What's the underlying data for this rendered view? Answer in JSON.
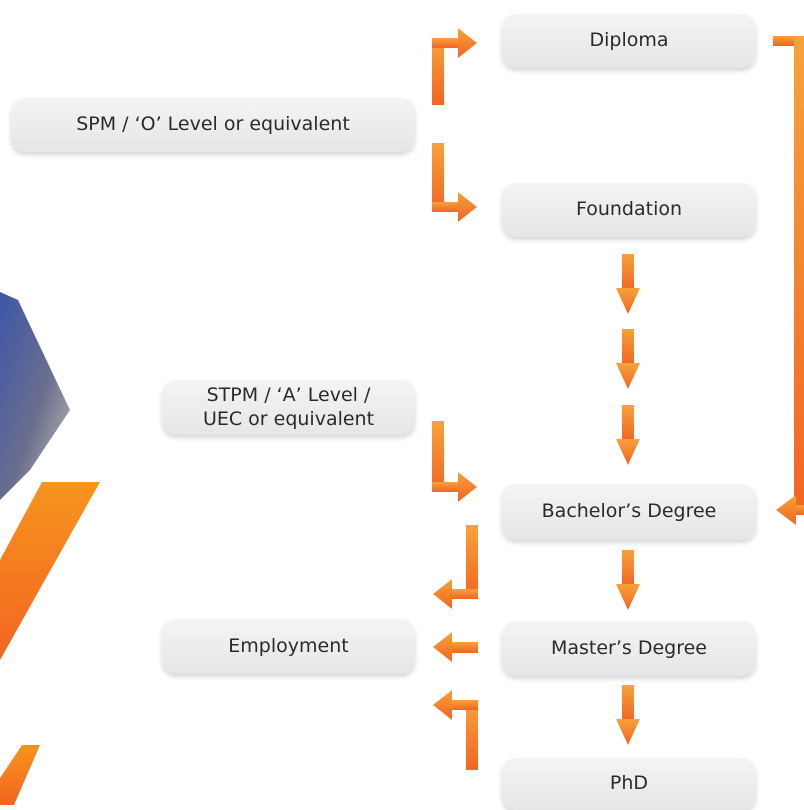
{
  "nodes": {
    "spm": "SPM / ‘O’ Level  or equivalent",
    "diploma": "Diploma",
    "foundation": "Foundation",
    "stpm": "STPM / ‘A’ Level /\nUEC or equivalent",
    "bachelor": "Bachelor’s Degree",
    "employment": "Employment",
    "master": "Master’s Degree",
    "phd": "PhD"
  },
  "colors": {
    "accent": "#f58220",
    "accent_light": "#f7a23a",
    "box_fill": "#ececec",
    "text": "#2a2a2a"
  }
}
